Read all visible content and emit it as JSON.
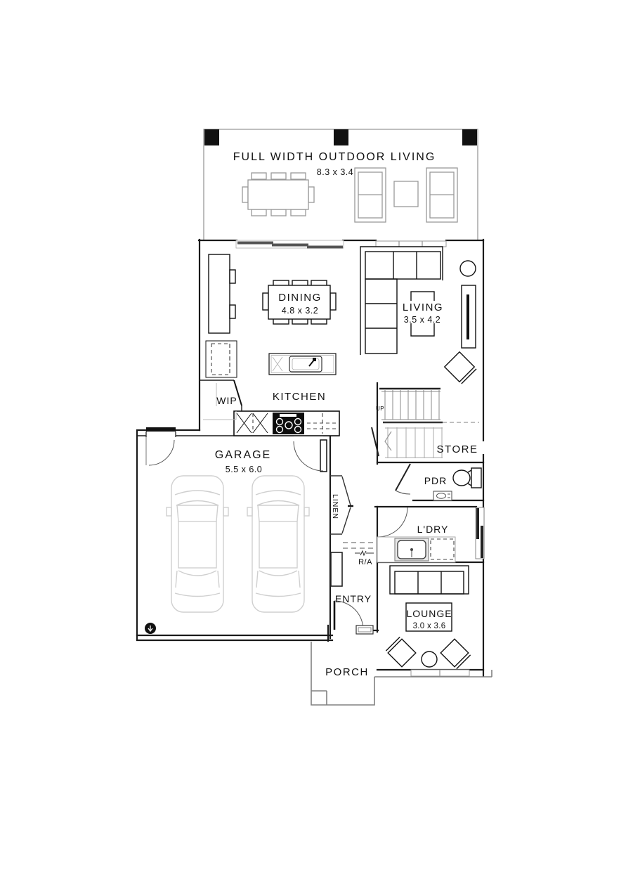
{
  "plan": {
    "outdoor_living": {
      "label": "FULL WIDTH OUTDOOR LIVING",
      "dims": "8.3 x 3.4"
    },
    "dining": {
      "label": "DINING",
      "dims": "4.8 x 3.2"
    },
    "living": {
      "label": "LIVING",
      "dims": "3.5 x 4.2"
    },
    "kitchen": {
      "label": "KITCHEN"
    },
    "wip": {
      "label": "WIP"
    },
    "stairs": {
      "up_label": "UP"
    },
    "store": {
      "label": "STORE"
    },
    "garage": {
      "label": "GARAGE",
      "dims": "5.5 x 6.0"
    },
    "linen": {
      "label": "LINEN"
    },
    "pdr": {
      "label": "PDR"
    },
    "laundry": {
      "label": "L'DRY"
    },
    "return_air": {
      "label": "R/A"
    },
    "entry": {
      "label": "ENTRY"
    },
    "lounge": {
      "label": "LOUNGE",
      "dims": "3.0 x 3.6"
    },
    "porch": {
      "label": "PORCH"
    }
  },
  "colors": {
    "ink": "#111111",
    "wall": "#1a1a1a",
    "outdoor_line": "#999999",
    "car_line": "#cfcfcf",
    "stair_line": "#8a8a8a",
    "porch_line": "#808080",
    "background": "#ffffff"
  }
}
